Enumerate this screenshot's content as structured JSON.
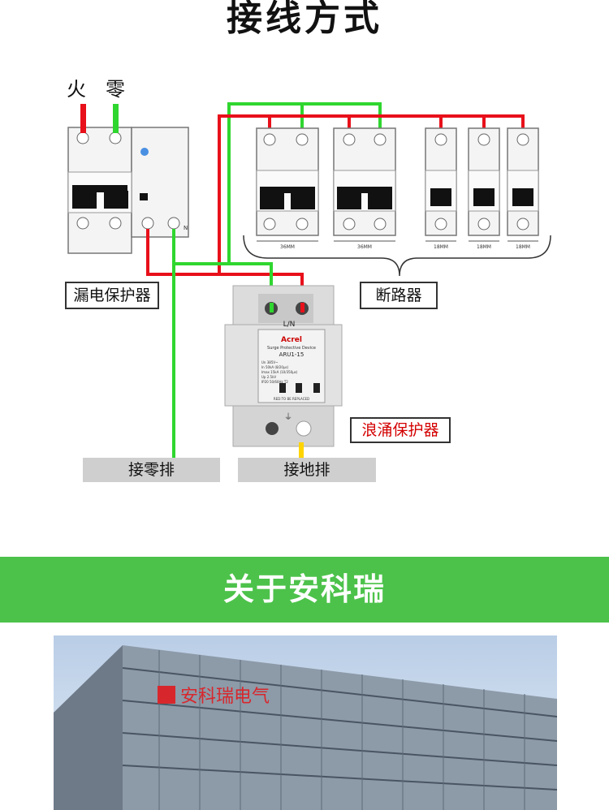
{
  "header": {
    "title": "接线方式"
  },
  "diagram": {
    "live_label": "火",
    "neutral_label": "零",
    "leakage_protector_label": "漏电保护器",
    "breaker_label": "断路器",
    "surge_protector_label": "浪涌保护器",
    "neutral_bar_label": "接零排",
    "ground_bar_label": "接地排",
    "n_marker": "N",
    "breaker_widths": [
      "36MM",
      "36MM",
      "18MM",
      "18MM",
      "18MM"
    ],
    "spd": {
      "terminal_label": "L/N",
      "brand": "Acrel",
      "device_type": "Surge Protective Device",
      "model": "ARU1-15",
      "spec_lines": [
        "Un    385V~",
        "In    50kA (8/20μs)",
        "Imax  15kA (10/350μs)",
        "Up    2.5kV",
        "IP20  50/60Hz  T2"
      ],
      "replace_note": "RED:TO BE REPLACED"
    },
    "colors": {
      "live": "#e8101a",
      "neutral": "#2fd62f",
      "ground": "#ffd400"
    }
  },
  "about": {
    "band_title": "关于安科瑞",
    "building_sign": "安科瑞电气"
  }
}
